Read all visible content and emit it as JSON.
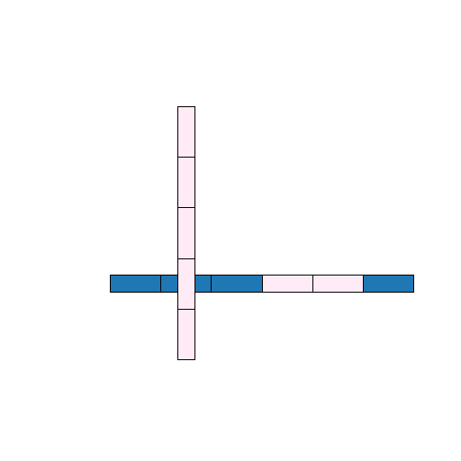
{
  "colors": {
    "background": "#ffffff",
    "blue_tile": "#1f77b4",
    "pink_tile": "#ffebf5",
    "outline": "#000000"
  },
  "horizontal_bar": {
    "tiles": [
      "blue",
      "blue",
      "blue",
      "pink",
      "pink",
      "blue"
    ]
  },
  "vertical_bar": {
    "tiles": [
      "pink",
      "pink",
      "pink",
      "pink",
      "pink"
    ]
  }
}
